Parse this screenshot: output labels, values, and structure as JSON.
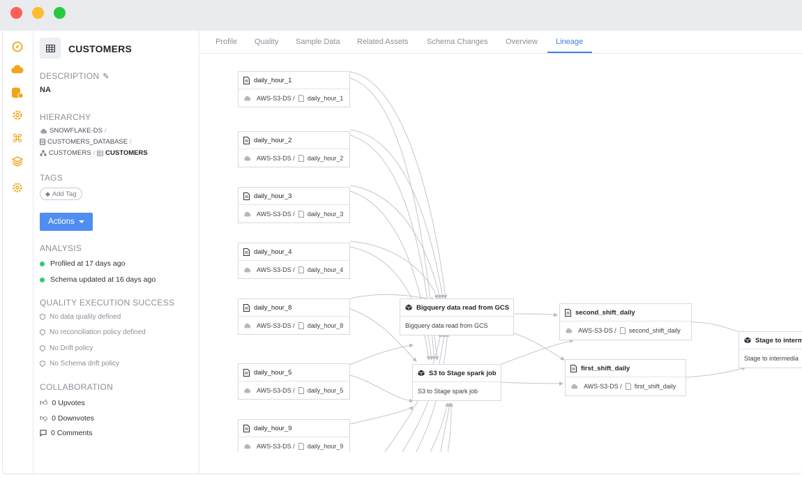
{
  "tabs": [
    "Profile",
    "Quality",
    "Sample Data",
    "Related Assets",
    "Schema Changes",
    "Overview",
    "Lineage"
  ],
  "active_tab": "Lineage",
  "rail_icons": [
    "compass-icon",
    "cloud-icon",
    "database-icon",
    "settings-gear-icon",
    "command-icon",
    "layers-icon",
    "cog-icon"
  ],
  "asset": {
    "title": "CUSTOMERS"
  },
  "description": {
    "heading": "DESCRIPTION",
    "value": "NA"
  },
  "hierarchy": {
    "heading": "HIERARCHY",
    "datasource": "SNOWFLAKE-DS",
    "database": "CUSTOMERS_DATABASE",
    "schema": "CUSTOMERS",
    "table": "CUSTOMERS",
    "sep": "/"
  },
  "tags": {
    "heading": "TAGS",
    "add_label": "Add Tag"
  },
  "actions": {
    "label": "Actions"
  },
  "analysis": {
    "heading": "ANALYSIS",
    "items": [
      "Profiled at 17 days ago",
      "Schema updated at 16 days ago"
    ]
  },
  "quality": {
    "heading": "QUALITY EXECUTION SUCCESS",
    "items": [
      "No data quality defined",
      "No reconciliation policy defined",
      "No Drift policy",
      "No Schema drift policy"
    ]
  },
  "collaboration": {
    "heading": "COLLABORATION",
    "upvotes": "0 Upvotes",
    "downvotes": "0 Downvotes",
    "comments": "0 Comments"
  },
  "lineage": {
    "source_prefix": "AWS-S3-DS /",
    "sources": [
      {
        "name": "daily_hour_1",
        "file": "daily_hour_1"
      },
      {
        "name": "daily_hour_2",
        "file": "daily_hour_2"
      },
      {
        "name": "daily_hour_3",
        "file": "daily_hour_3"
      },
      {
        "name": "daily_hour_4",
        "file": "daily_hour_4"
      },
      {
        "name": "daily_hour_8",
        "file": "daily_hour_8"
      },
      {
        "name": "daily_hour_5",
        "file": "daily_hour_5"
      },
      {
        "name": "daily_hour_9",
        "file": "daily_hour_9"
      }
    ],
    "jobs": [
      {
        "title": "Bigquery data read from GCS",
        "desc": "Bigquery data read from GCS"
      },
      {
        "title": "S3 to Stage spark job",
        "desc": "S3 to Stage spark job"
      }
    ],
    "outputs": [
      {
        "name": "second_shift_daily",
        "file": "second_shift_daily"
      },
      {
        "name": "first_shift_daily",
        "file": "first_shift_daily"
      }
    ],
    "final": {
      "title": "Stage to interm",
      "desc": "Stage to intermedia"
    }
  },
  "colors": {
    "accent": "#3d7fe6",
    "button": "#4f8ef0",
    "success": "#2ecc71",
    "rail_icon": "#f2a51a"
  }
}
